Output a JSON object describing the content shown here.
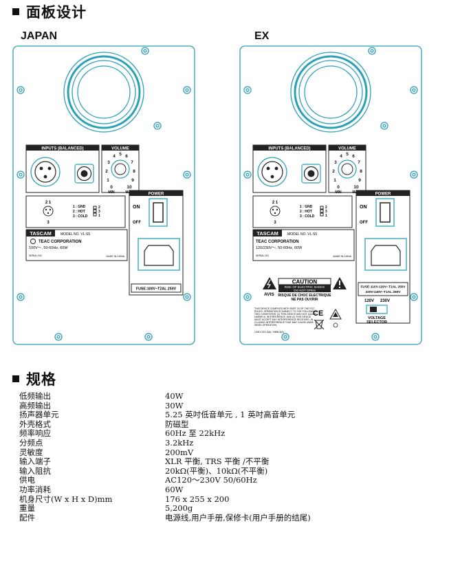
{
  "sections": {
    "panel_title": "面板设计",
    "specs_title": "规格"
  },
  "colors": {
    "panel_outline": "#2aa0b7",
    "text": "#111111"
  },
  "panels": [
    {
      "label": "JAPAN",
      "inputs_title": "INPUTS (BALANCED)",
      "volume_title": "VOLUME",
      "volume_scale": [
        "0",
        "1",
        "2",
        "3",
        "4",
        "5",
        "6",
        "7",
        "8",
        "9",
        "10"
      ],
      "volume_min": "MIN",
      "volume_max": "MAX",
      "pin_1": "1 : GND",
      "pin_2": "2 : HOT",
      "pin_3": "3 : COLD",
      "pin_xlr_top": "2 1",
      "pin_xlr_bottom": "3",
      "power_title": "POWER",
      "on": "ON",
      "off": "OFF",
      "brand": "TASCAM",
      "model": "MODEL NO.  VL-S5",
      "corp": "TEAC CORPORATION",
      "rating": "100V～,   50-60Hz,   60W",
      "serial": "SERIAL NO.",
      "made_in": "MADE IN CHINA",
      "fuse": "FUSE:100V~T2AL  250V"
    },
    {
      "label": "EX",
      "inputs_title": "INPUTS (BALANCED)",
      "volume_title": "VOLUME",
      "volume_scale": [
        "0",
        "1",
        "2",
        "3",
        "4",
        "5",
        "6",
        "7",
        "8",
        "9",
        "10"
      ],
      "volume_min": "MIN",
      "volume_max": "MAX",
      "pin_1": "1 : GND",
      "pin_2": "2 : HOT",
      "pin_3": "3 : COLD",
      "pin_xlr_top": "2 1",
      "pin_xlr_bottom": "3",
      "power_title": "POWER",
      "on": "ON",
      "off": "OFF",
      "brand": "TASCAM",
      "model": "MODEL NO.  VL-S5",
      "corp": "TEAC CORPORATION",
      "rating": "120/230V～,   50-60Hz,   60W",
      "serial": "SERIAL NO.",
      "made_in": "MADE IN CHINA",
      "fuse_1": "FUSE:110V-120V~T2AL 250V",
      "fuse_2": "220V-240V~T1AL 250V",
      "caution": "CAUTION",
      "caution_1": "RISK OF ELECTRIC SHOCK",
      "caution_2": "DO NOT OPEN",
      "avis": "AVIS",
      "avis_1": "RISQUE DE CHOC ELECTRIQUE",
      "avis_2": "NE PAS OUVRIR",
      "fcc": [
        "THIS DEVICE COMPLIES WITH PART 15 OF THE FCC",
        "RULES. OPERATION IS SUBJECT TO THE FOLLOWING",
        "TWO CONDITIONS: (1) THIS DEVICE MAY NOT CAUSE",
        "HARMFUL INTERFERENCE, AND (2) THIS DEVICE",
        "MUST ACCEPT ANY INTERFERENCE RECEIVED, IN-",
        "CLUDING INTERFERENCE THAT MAY CAUSE UNDE-",
        "SIRED OPERATION."
      ],
      "can_ices": "CAN ICES-3(A) / NMB-3(A)",
      "v120": "120V",
      "v230": "230V",
      "voltage_1": "VOLTAGE",
      "voltage_2": "SELECTOR",
      "ce": "CE"
    }
  ],
  "specs": [
    {
      "label": "低频输出",
      "value": "40W"
    },
    {
      "label": "高频输出",
      "value": "30W"
    },
    {
      "label": "扬声器单元",
      "value": "5.25 英吋低音单元 , 1 英吋高音单元"
    },
    {
      "label": "外壳格式",
      "value": "防磁型"
    },
    {
      "label": "频率响应",
      "value": "60Hz 至 22kHz"
    },
    {
      "label": "分频点",
      "value": "3.2kHz"
    },
    {
      "label": "灵敏度",
      "value": "200mV"
    },
    {
      "label": "输入端子",
      "value": "XLR 平衡, TRS 平衡 /不平衡"
    },
    {
      "label": "输入阻抗",
      "value": "20kΩ(平衡)、10kΩ(不平衡)"
    },
    {
      "label": "供电",
      "value": "AC120～230V  50/60Hz"
    },
    {
      "label": "功率消耗",
      "value": "60W"
    },
    {
      "label": "机身尺寸(W x H x D)mm",
      "value": "176 x 255 x 200"
    },
    {
      "label": "重量",
      "value": "5,200g"
    },
    {
      "label": "配件",
      "value": "电源线,用户手册,保修卡(用户手册的结尾)"
    }
  ]
}
